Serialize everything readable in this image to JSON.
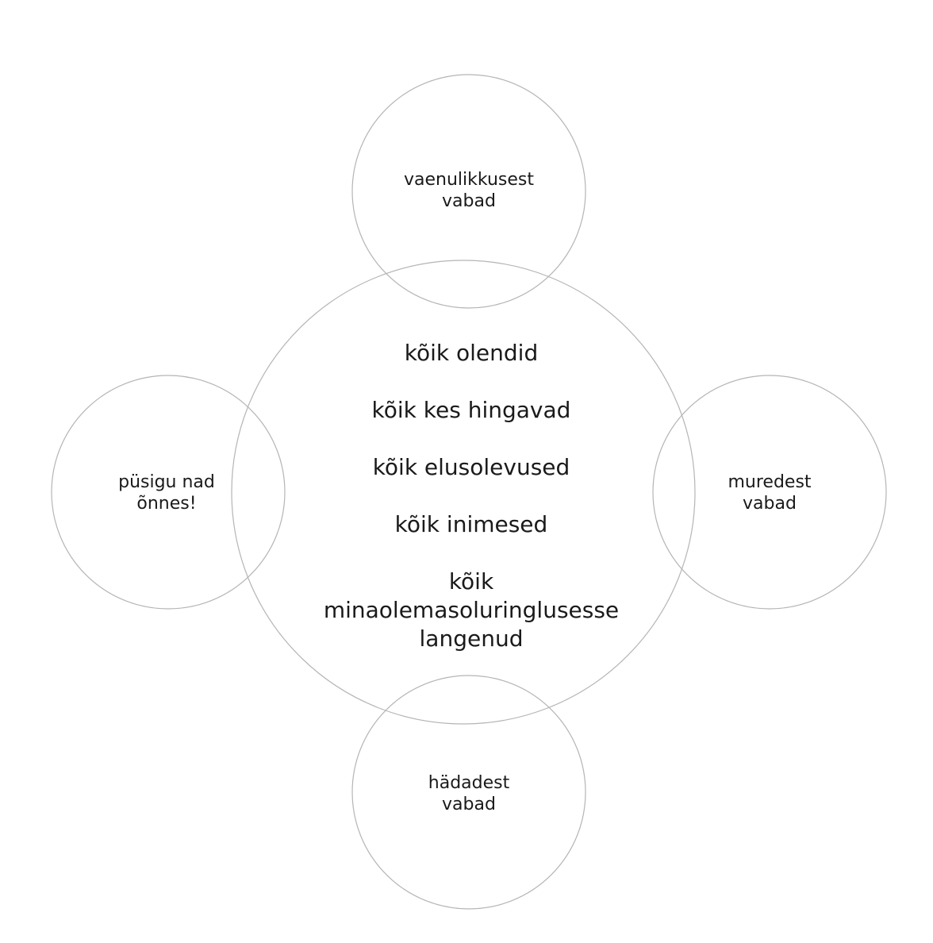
{
  "center": {
    "lines": [
      "kõik olendid",
      "kõik kes hingavad",
      "kõik elusolevused",
      "kõik inimesed",
      "kõik\nminaolemasoluringlusesse\nlangenud"
    ]
  },
  "top": {
    "text": "vaenulikkusest\nvabad"
  },
  "right": {
    "text": "muredest\nvabad"
  },
  "bottom": {
    "text": "hädadest\nvabad"
  },
  "left": {
    "text": "püsigu nad\nõnnes!"
  },
  "colors": {
    "stroke": "#b5b5b5",
    "text": "#1a1a1a",
    "background": "#ffffff"
  }
}
